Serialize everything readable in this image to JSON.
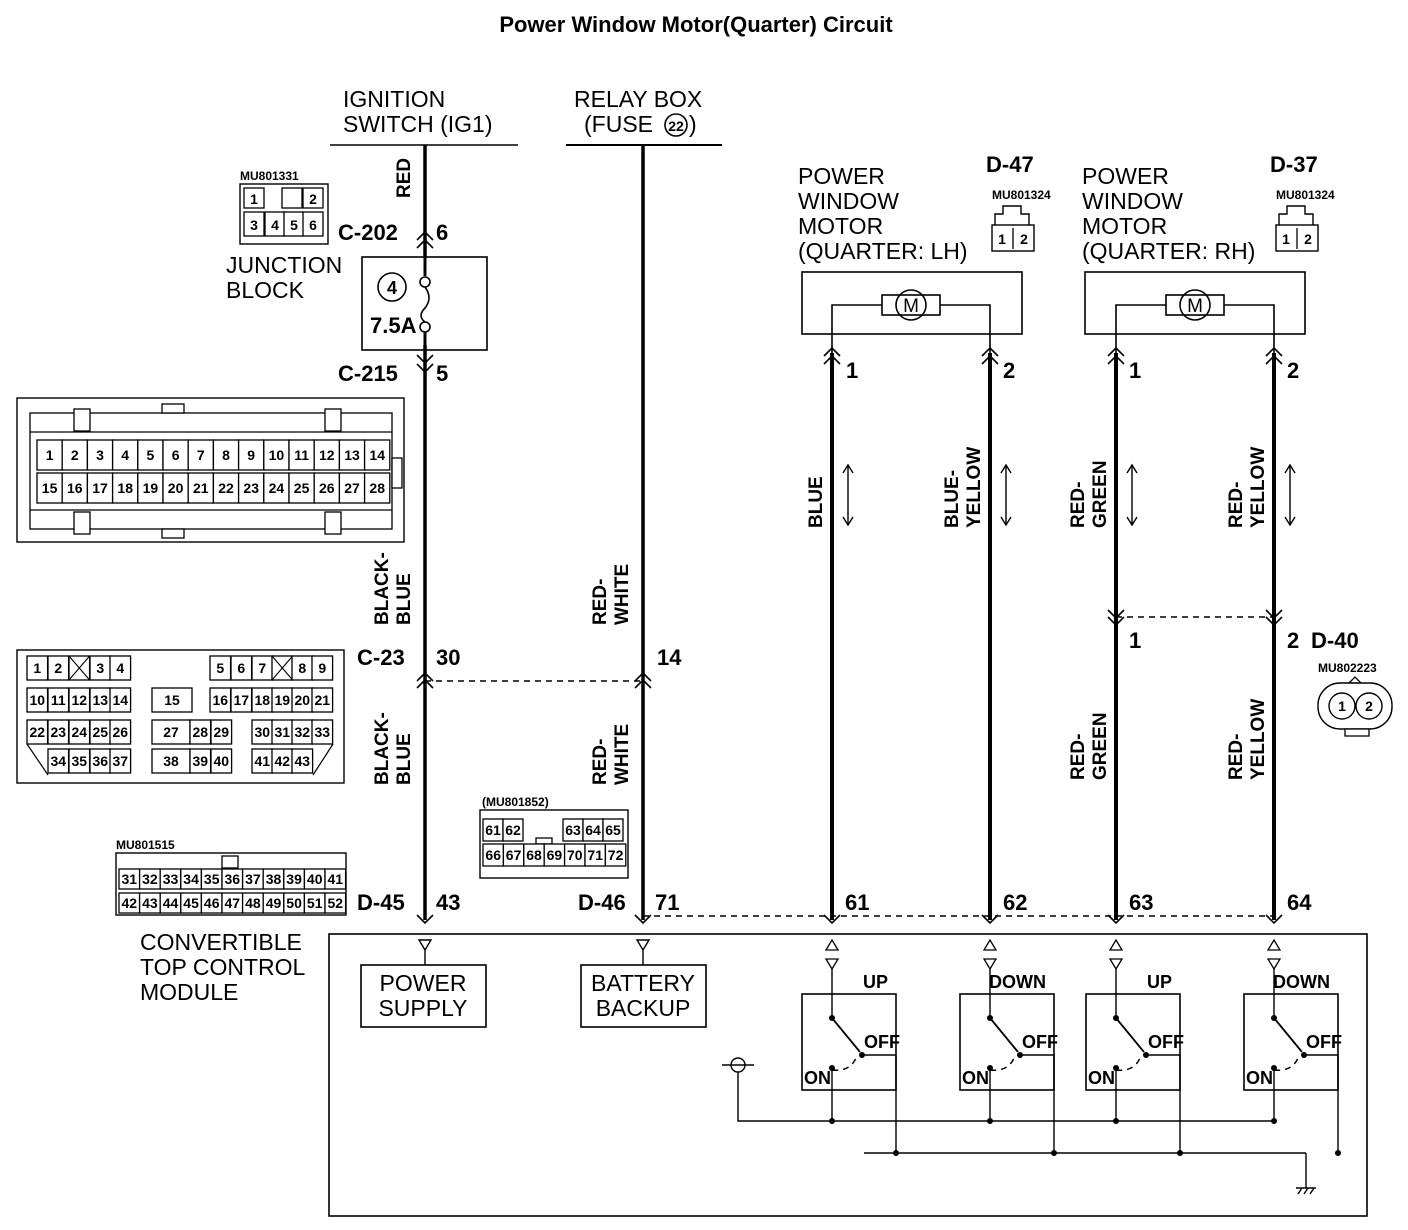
{
  "title": "Power Window Motor(Quarter) Circuit",
  "sources": {
    "ignition_line1": "IGNITION",
    "ignition_line2": "SWITCH (IG1)",
    "relay_line1": "RELAY BOX",
    "relay_line2_prefix": "(FUSE ",
    "relay_fuse_number": "22",
    "relay_line2_suffix": ")"
  },
  "junction_block": {
    "label_line1": "JUNCTION",
    "label_line2": "BLOCK",
    "fuse_number": "4",
    "fuse_rating": "7.5A",
    "connector_top": "C-202",
    "pin_top": "6",
    "connector_bottom": "C-215",
    "pin_bottom": "5",
    "part_number": "MU801331",
    "cells": [
      "1",
      "2",
      "3",
      "4",
      "5",
      "6"
    ]
  },
  "connector_c215": {
    "row1": [
      "1",
      "2",
      "3",
      "4",
      "5",
      "6",
      "7",
      "8",
      "9",
      "10",
      "11",
      "12",
      "13",
      "14"
    ],
    "row2": [
      "15",
      "16",
      "17",
      "18",
      "19",
      "20",
      "21",
      "22",
      "23",
      "24",
      "25",
      "26",
      "27",
      "28"
    ]
  },
  "connector_c23": {
    "name": "C-23",
    "pin_a": "30",
    "pin_b": "14",
    "row1": [
      "1",
      "2",
      "",
      "3",
      "4",
      "5",
      "6",
      "7",
      "",
      "8",
      "9"
    ],
    "row2": [
      "10",
      "11",
      "12",
      "13",
      "14",
      "15",
      "16",
      "17",
      "18",
      "19",
      "20",
      "21"
    ],
    "row3": [
      "22",
      "23",
      "24",
      "25",
      "26",
      "27",
      "28",
      "29",
      "30",
      "31",
      "32",
      "33"
    ],
    "row4": [
      "34",
      "35",
      "36",
      "37",
      "38",
      "39",
      "40",
      "41",
      "42",
      "43"
    ]
  },
  "connector_d46": {
    "part_number": "(MU801852)",
    "row1": [
      "61",
      "62",
      "",
      "63",
      "64",
      "65"
    ],
    "row2": [
      "66",
      "67",
      "68",
      "69",
      "70",
      "71",
      "72"
    ]
  },
  "connector_d45": {
    "part_number": "MU801515",
    "row1": [
      "31",
      "32",
      "33",
      "34",
      "35",
      "36",
      "37",
      "38",
      "39",
      "40",
      "41"
    ],
    "row2": [
      "42",
      "43",
      "44",
      "45",
      "46",
      "47",
      "48",
      "49",
      "50",
      "51",
      "52"
    ]
  },
  "wires": {
    "ign_top": "RED",
    "ign_mid_1": "BLACK-",
    "ign_mid_2": "BLUE",
    "ign_low_1": "BLACK-",
    "ign_low_2": "BLUE",
    "relay_mid_1": "RED-",
    "relay_mid_2": "WHITE",
    "relay_low_1": "RED-",
    "relay_low_2": "WHITE",
    "lh1": "BLUE",
    "lh2_1": "BLUE-",
    "lh2_2": "YELLOW",
    "rh1_1": "RED-",
    "rh1_2": "GREEN",
    "rh2_1": "RED-",
    "rh2_2": "YELLOW",
    "rh1_low_1": "RED-",
    "rh1_low_2": "GREEN",
    "rh2_low_1": "RED-",
    "rh2_low_2": "YELLOW"
  },
  "motors": {
    "lh": {
      "line1": "POWER",
      "line2": "WINDOW",
      "line3": "MOTOR",
      "line4": "(QUARTER: LH)",
      "connector": "D-47",
      "part_number": "MU801324",
      "pin1": "1",
      "pin2": "2",
      "symbol": "M"
    },
    "rh": {
      "line1": "POWER",
      "line2": "WINDOW",
      "line3": "MOTOR",
      "line4": "(QUARTER: RH)",
      "connector": "D-37",
      "part_number": "MU801324",
      "pin1": "1",
      "pin2": "2",
      "symbol": "M"
    }
  },
  "connector_d40": {
    "name": "D-40",
    "part_number": "MU802223",
    "pin1": "1",
    "pin2": "2"
  },
  "module": {
    "label_line1": "CONVERTIBLE",
    "label_line2": "TOP CONTROL",
    "label_line3": "MODULE",
    "d45": "D-45",
    "d45_pin": "43",
    "d46": "D-46",
    "d46_pin": "71",
    "pins": [
      "61",
      "62",
      "63",
      "64"
    ],
    "power_supply_1": "POWER",
    "power_supply_2": "SUPPLY",
    "battery_backup_1": "BATTERY",
    "battery_backup_2": "BACKUP",
    "switch_labels": [
      "UP",
      "DOWN",
      "UP",
      "DOWN"
    ],
    "on_label": "ON",
    "off_label": "OFF"
  }
}
